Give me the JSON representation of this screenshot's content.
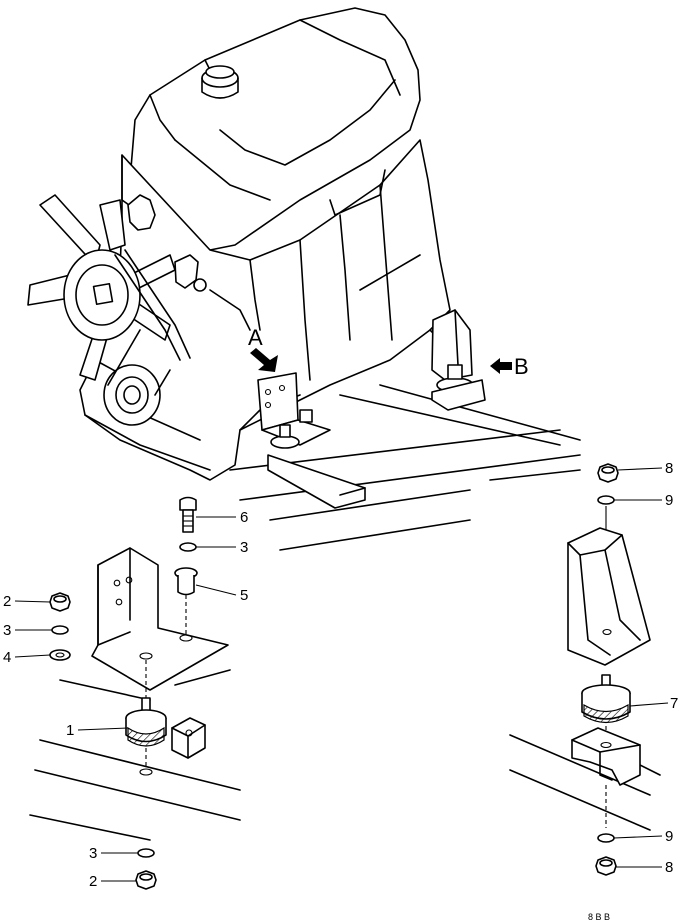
{
  "diagram": {
    "view_labels": {
      "A": "A",
      "B": "B"
    },
    "callouts": {
      "bolt_top": "6",
      "washer_top": "3",
      "collar": "5",
      "nut_left": "2",
      "washer_left_3": "3",
      "washer_left_4": "4",
      "mount_left": "1",
      "washer_bottom_3": "3",
      "nut_bottom_2": "2",
      "nut_right_top": "8",
      "washer_right_top": "9",
      "mount_right": "7",
      "washer_right_bottom": "9",
      "nut_right_bottom": "8"
    },
    "footer_mark": "8 B B"
  }
}
